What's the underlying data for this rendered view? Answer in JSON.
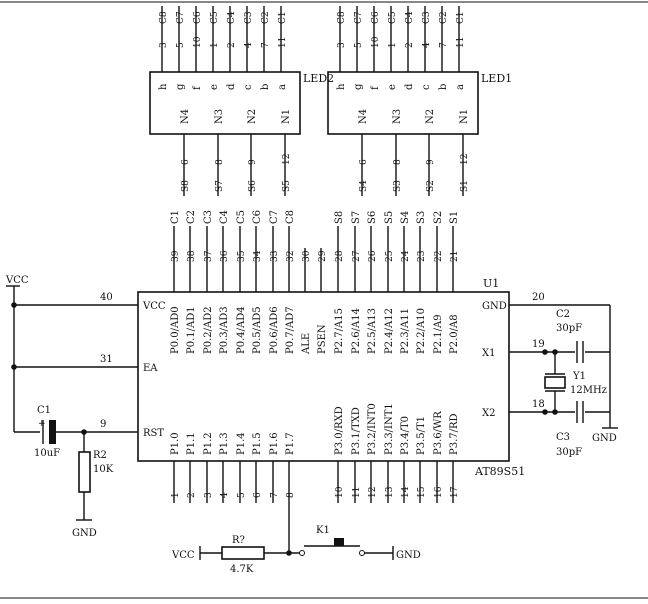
{
  "mcu": {
    "ref": "U1",
    "part": "AT89S51",
    "left_pins": [
      {
        "num": "40",
        "name": "VCC"
      },
      {
        "num": "31",
        "name": "EA"
      },
      {
        "num": "9",
        "name": "RST"
      }
    ],
    "right_pins": [
      {
        "num": "20",
        "name": "GND"
      },
      {
        "num": "19",
        "name": "X1"
      },
      {
        "num": "18",
        "name": "X2"
      }
    ],
    "top_pins": [
      {
        "num": "39",
        "name": "P0.0/AD0",
        "net": "C1"
      },
      {
        "num": "38",
        "name": "P0.1/AD1",
        "net": "C2"
      },
      {
        "num": "37",
        "name": "P0.2/AD2",
        "net": "C3"
      },
      {
        "num": "36",
        "name": "P0.3/AD3",
        "net": "C4"
      },
      {
        "num": "35",
        "name": "P0.4/AD4",
        "net": "C5"
      },
      {
        "num": "34",
        "name": "P0.5/AD5",
        "net": "C6"
      },
      {
        "num": "33",
        "name": "P0.6/AD6",
        "net": "C7"
      },
      {
        "num": "32",
        "name": "P0.7/AD7",
        "net": "C8"
      },
      {
        "num": "30",
        "name": "ALE",
        "net": ""
      },
      {
        "num": "29",
        "name": "PSEN",
        "net": ""
      },
      {
        "num": "28",
        "name": "P2.7/A15",
        "net": "S8"
      },
      {
        "num": "27",
        "name": "P2.6/A14",
        "net": "S7"
      },
      {
        "num": "26",
        "name": "P2.5/A13",
        "net": "S6"
      },
      {
        "num": "25",
        "name": "P2.4/A12",
        "net": "S5"
      },
      {
        "num": "24",
        "name": "P2.3/A11",
        "net": "S4"
      },
      {
        "num": "23",
        "name": "P2.2/A10",
        "net": "S3"
      },
      {
        "num": "22",
        "name": "P2.1/A9",
        "net": "S2"
      },
      {
        "num": "21",
        "name": "P2.0/A8",
        "net": "S1"
      }
    ],
    "bottom_pins": [
      {
        "num": "1",
        "name": "P1.0"
      },
      {
        "num": "2",
        "name": "P1.1"
      },
      {
        "num": "3",
        "name": "P1.2"
      },
      {
        "num": "4",
        "name": "P1.3"
      },
      {
        "num": "5",
        "name": "P1.4"
      },
      {
        "num": "6",
        "name": "P1.5"
      },
      {
        "num": "7",
        "name": "P1.6"
      },
      {
        "num": "8",
        "name": "P1.7"
      },
      {
        "num": "10",
        "name": "P3.0/RXD"
      },
      {
        "num": "11",
        "name": "P3.1/TXD"
      },
      {
        "num": "12",
        "name": "P3.2/INT0"
      },
      {
        "num": "13",
        "name": "P3.3/INT1"
      },
      {
        "num": "14",
        "name": "P3.4/T0"
      },
      {
        "num": "15",
        "name": "P3.5/T1"
      },
      {
        "num": "16",
        "name": "P3.6/WR"
      },
      {
        "num": "17",
        "name": "P3.7/RD"
      }
    ]
  },
  "displays": [
    {
      "ref": "LED2",
      "segments": [
        {
          "seg": "h",
          "pin": "3",
          "net": "C8"
        },
        {
          "seg": "g",
          "pin": "5",
          "net": "C7"
        },
        {
          "seg": "f",
          "pin": "10",
          "net": "C6"
        },
        {
          "seg": "e",
          "pin": "1",
          "net": "C5"
        },
        {
          "seg": "d",
          "pin": "2",
          "net": "C4"
        },
        {
          "seg": "c",
          "pin": "4",
          "net": "C3"
        },
        {
          "seg": "b",
          "pin": "7",
          "net": "C2"
        },
        {
          "seg": "a",
          "pin": "11",
          "net": "C1"
        }
      ],
      "digits": [
        {
          "name": "N4",
          "pin": "6",
          "net": "S8"
        },
        {
          "name": "N3",
          "pin": "8",
          "net": "S7"
        },
        {
          "name": "N2",
          "pin": "9",
          "net": "S6"
        },
        {
          "name": "N1",
          "pin": "12",
          "net": "S5"
        }
      ]
    },
    {
      "ref": "LED1",
      "segments": [
        {
          "seg": "h",
          "pin": "3",
          "net": "C8"
        },
        {
          "seg": "g",
          "pin": "5",
          "net": "C7"
        },
        {
          "seg": "f",
          "pin": "10",
          "net": "C6"
        },
        {
          "seg": "e",
          "pin": "1",
          "net": "C5"
        },
        {
          "seg": "d",
          "pin": "2",
          "net": "C4"
        },
        {
          "seg": "c",
          "pin": "4",
          "net": "C3"
        },
        {
          "seg": "b",
          "pin": "7",
          "net": "C2"
        },
        {
          "seg": "a",
          "pin": "11",
          "net": "C1"
        }
      ],
      "digits": [
        {
          "name": "N4",
          "pin": "6",
          "net": "S4"
        },
        {
          "name": "N3",
          "pin": "8",
          "net": "S3"
        },
        {
          "name": "N2",
          "pin": "9",
          "net": "S2"
        },
        {
          "name": "N1",
          "pin": "12",
          "net": "S1"
        }
      ]
    }
  ],
  "power": {
    "vcc": "VCC",
    "gnd": "GND"
  },
  "reset": {
    "cap_ref": "C1",
    "cap_value": "10uF",
    "res_ref": "R2",
    "res_value": "10K"
  },
  "crystal": {
    "ref": "Y1",
    "value": "12MHz",
    "cap_top_ref": "C2",
    "cap_top_value": "30pF",
    "cap_bottom_ref": "C3",
    "cap_bottom_value": "30pF"
  },
  "key": {
    "switch_ref": "K1",
    "res_ref": "R?",
    "res_value": "4.7K",
    "vcc_label": "VCC",
    "gnd_label": "GND"
  }
}
